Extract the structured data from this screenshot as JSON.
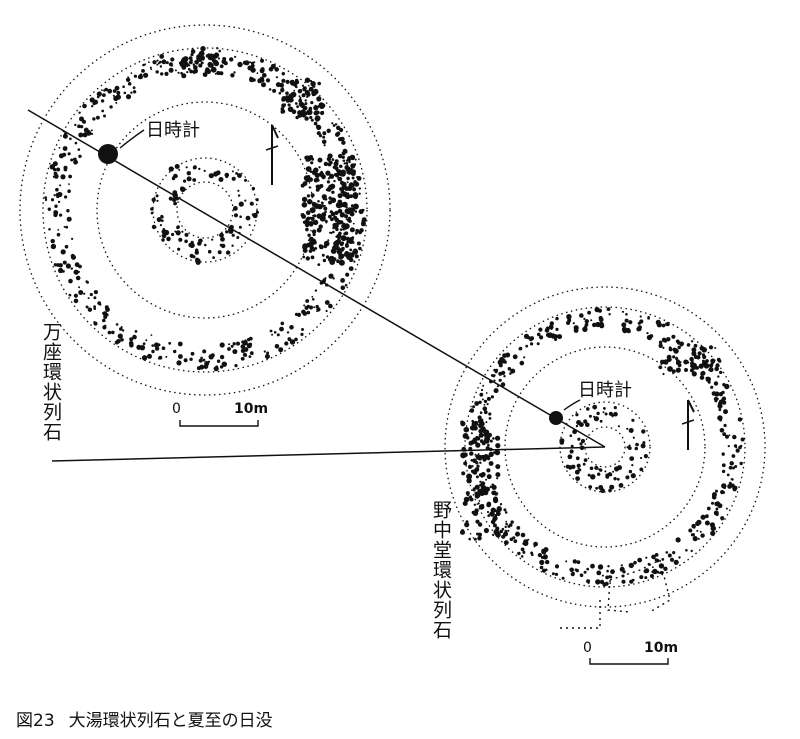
{
  "figure": {
    "number": "図23",
    "caption": "大湯環状列石と夏至の日没"
  },
  "sites": [
    {
      "name": "万座環状列石",
      "sundial_label": "日時計",
      "scale_zero": "0",
      "scale_label": "10m"
    },
    {
      "name": "野中堂環状列石",
      "sundial_label": "日時計",
      "scale_zero": "0",
      "scale_label": "10m"
    }
  ],
  "colors": {
    "ink": "#111111",
    "paper": "#ffffff"
  }
}
